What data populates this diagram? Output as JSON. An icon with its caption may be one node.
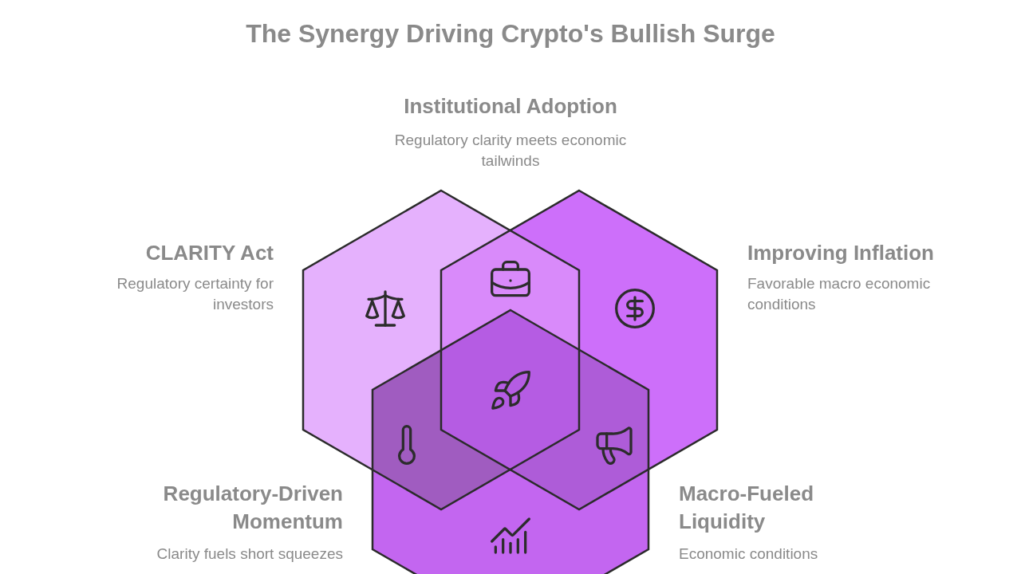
{
  "diagram": {
    "title": "The Synergy Driving Crypto's Bullish Surge",
    "nodes": [
      {
        "text": [
          "Institutional Adoption",
          "Regulatory clarity meets economic tailwinds"
        ]
      },
      {
        "text": [
          "CLARITY Act",
          "Regulatory certainty for investors"
        ]
      },
      {
        "text": [
          "Improving Inflation",
          "Favorable macro economic conditions"
        ]
      },
      {
        "text": [
          "Regulatory-Driven Momentum",
          "Clarity fuels short squeezes"
        ]
      },
      {
        "text": [
          "Macro-Fueled Liquidity",
          "Economic conditions"
        ]
      },
      {
        "text": [],
        "shape": "hexagon"
      },
      {
        "text": [],
        "shape": "hexagon"
      },
      {
        "text": [],
        "shape": "hexagon"
      }
    ]
  }
}
